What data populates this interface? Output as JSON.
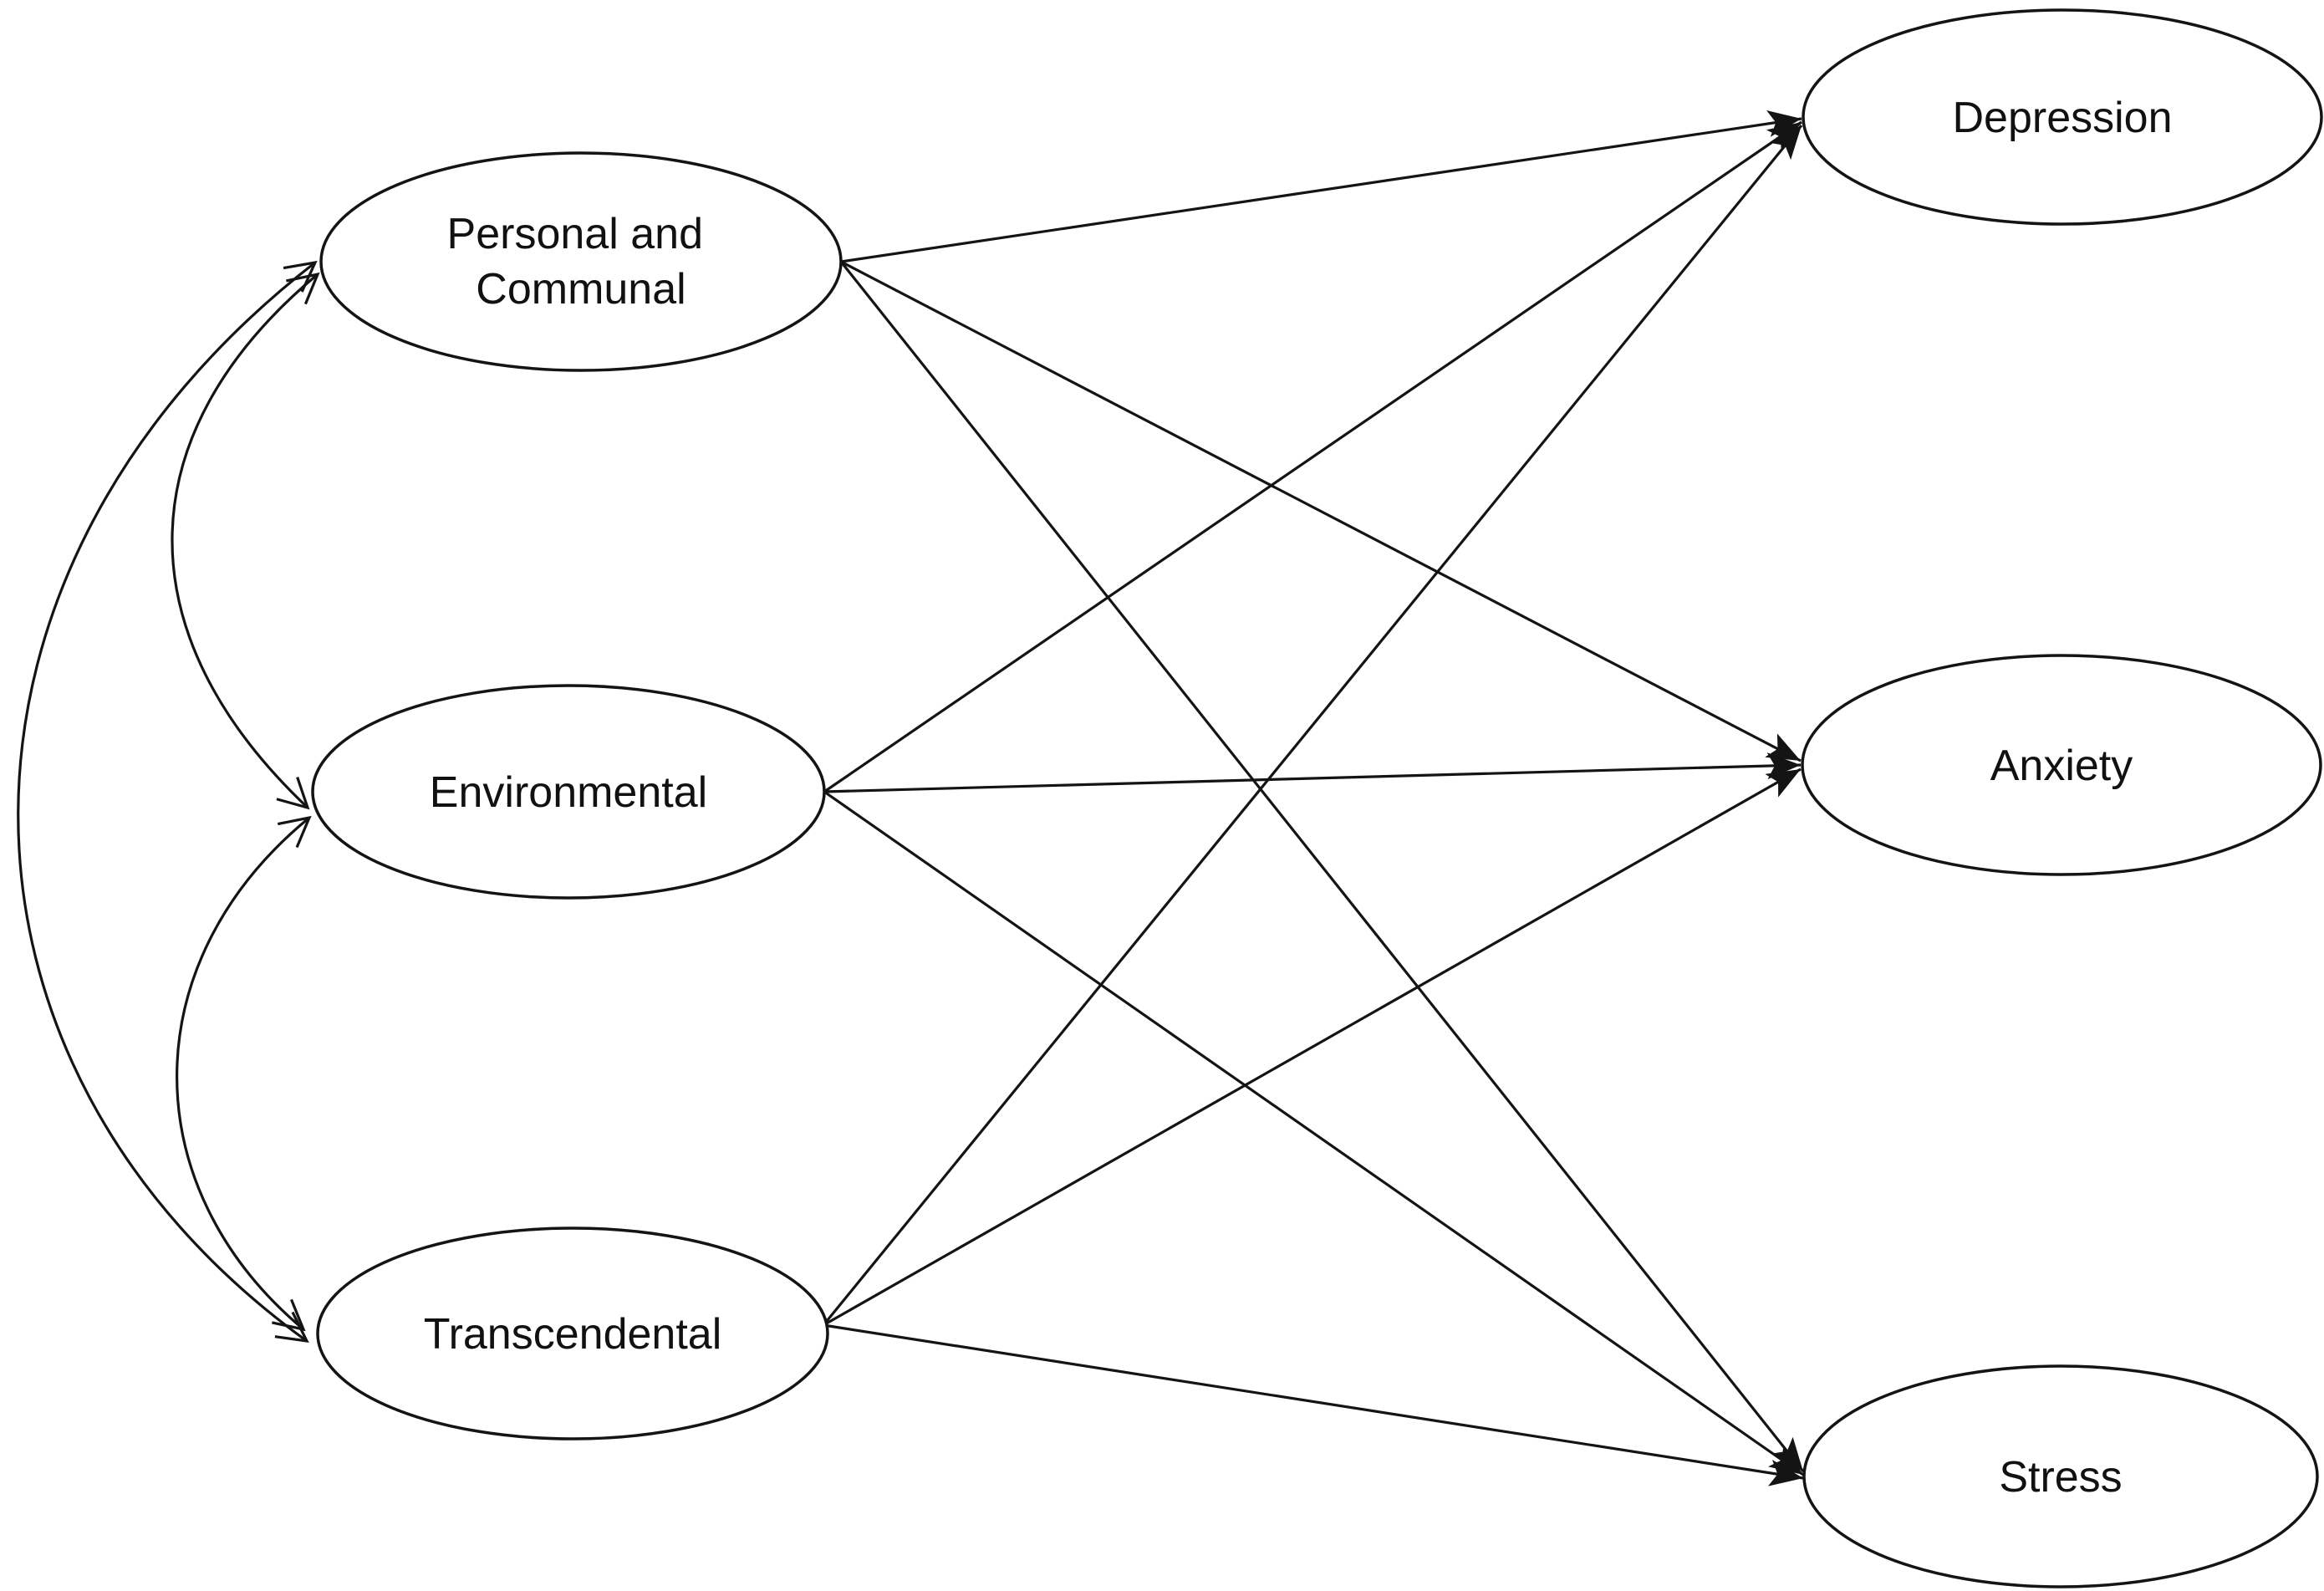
{
  "diagram": {
    "kind": "structural-path-diagram",
    "nodes": {
      "predictors": [
        {
          "id": "personal-communal",
          "label": "Personal and Communal",
          "label_line1": "Personal and",
          "label_line2": "Communal",
          "shape": "ellipse"
        },
        {
          "id": "environmental",
          "label": "Environmental",
          "shape": "ellipse"
        },
        {
          "id": "transcendental",
          "label": "Transcendental",
          "shape": "ellipse"
        }
      ],
      "outcomes": [
        {
          "id": "depression",
          "label": "Depression",
          "shape": "ellipse"
        },
        {
          "id": "anxiety",
          "label": "Anxiety",
          "shape": "ellipse"
        },
        {
          "id": "stress",
          "label": "Stress",
          "shape": "ellipse"
        }
      ]
    },
    "edges": {
      "directed": [
        {
          "from": "Personal and Communal",
          "to": "Depression",
          "arrowhead": "filled"
        },
        {
          "from": "Personal and Communal",
          "to": "Anxiety",
          "arrowhead": "filled"
        },
        {
          "from": "Personal and Communal",
          "to": "Stress",
          "arrowhead": "filled"
        },
        {
          "from": "Environmental",
          "to": "Depression",
          "arrowhead": "filled"
        },
        {
          "from": "Environmental",
          "to": "Anxiety",
          "arrowhead": "filled"
        },
        {
          "from": "Environmental",
          "to": "Stress",
          "arrowhead": "filled"
        },
        {
          "from": "Transcendental",
          "to": "Depression",
          "arrowhead": "filled"
        },
        {
          "from": "Transcendental",
          "to": "Anxiety",
          "arrowhead": "filled"
        },
        {
          "from": "Transcendental",
          "to": "Stress",
          "arrowhead": "filled"
        }
      ],
      "covariances": [
        {
          "between": [
            "Personal and Communal",
            "Environmental"
          ],
          "arrowheads": "open-both-ends"
        },
        {
          "between": [
            "Environmental",
            "Transcendental"
          ],
          "arrowheads": "open-both-ends"
        },
        {
          "between": [
            "Personal and Communal",
            "Transcendental"
          ],
          "arrowheads": "open-both-ends"
        }
      ]
    },
    "style": {
      "background_color": "#ffffff",
      "line_color": "#141414",
      "text_color": "#111111",
      "node_fill": "#ffffff"
    }
  }
}
